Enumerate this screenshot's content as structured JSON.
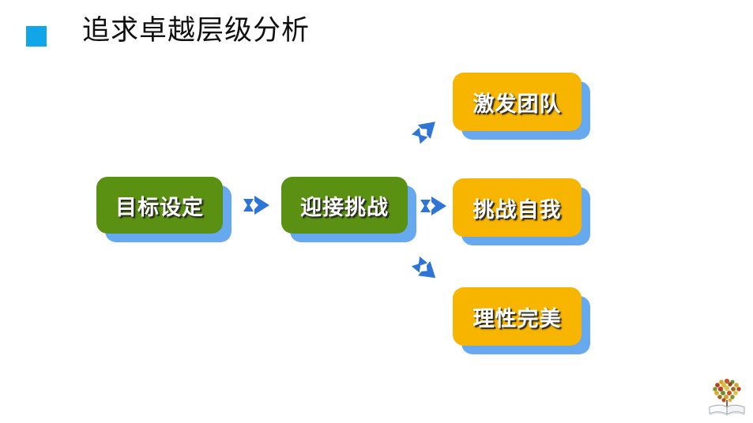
{
  "slide": {
    "background_color": "#FFFFFF",
    "title": "追求卓越层级分析",
    "bullet_icon": "blue-square-bullet",
    "bullet_color": "#11A6E8"
  },
  "diagram": {
    "type": "flow",
    "colors": {
      "green_box": "#5B9113",
      "orange_box": "#F7B500",
      "box_shadow": "#67A9EE",
      "arrow": "#2E75D6",
      "label_text": "#FFFFFF"
    },
    "nodes": [
      {
        "id": "goal",
        "label": "目标设定",
        "color": "green",
        "column": 1,
        "row": "middle"
      },
      {
        "id": "challenge",
        "label": "迎接挑战",
        "color": "green",
        "column": 2,
        "row": "middle"
      },
      {
        "id": "team",
        "label": "激发团队",
        "color": "orange",
        "column": 3,
        "row": "top"
      },
      {
        "id": "self",
        "label": "挑战自我",
        "color": "orange",
        "column": 3,
        "row": "middle"
      },
      {
        "id": "perfect",
        "label": "理性完美",
        "color": "orange",
        "column": 3,
        "row": "bottom"
      }
    ],
    "arrows": [
      {
        "id": "arrow-1",
        "icon": "arrow-right-icon",
        "from": "goal",
        "to": "challenge"
      },
      {
        "id": "arrow-2",
        "icon": "arrow-right-icon",
        "from": "challenge",
        "to": "self"
      },
      {
        "id": "arrow-up",
        "icon": "arrow-up-right-icon",
        "from": "challenge",
        "to": "team"
      },
      {
        "id": "arrow-down",
        "icon": "arrow-down-right-icon",
        "from": "challenge",
        "to": "perfect"
      }
    ]
  },
  "footer": {
    "logo_icon": "book-tree-logo-icon"
  }
}
